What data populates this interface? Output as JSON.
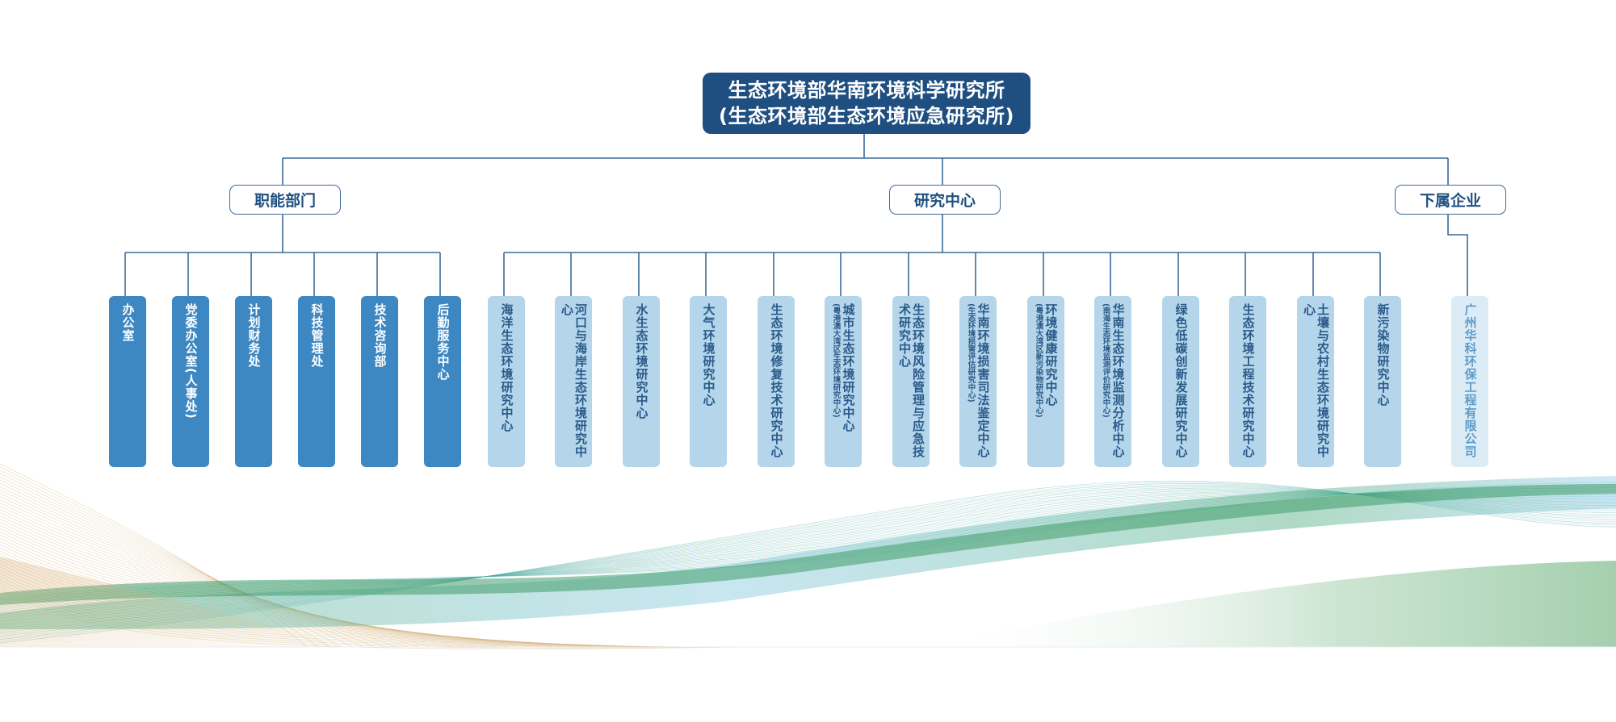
{
  "root": {
    "line1": "生态环境部华南环境科学研究所",
    "line2": "(生态环境部生态环境应急研究所)"
  },
  "categories": [
    {
      "label": "职能部门"
    },
    {
      "label": "研究中心"
    },
    {
      "label": "下属企业"
    }
  ],
  "functional_departments": [
    {
      "label": "办公室"
    },
    {
      "label": "党委办公室(人事处)"
    },
    {
      "label": "计划财务处"
    },
    {
      "label": "科技管理处"
    },
    {
      "label": "技术咨询部"
    },
    {
      "label": "后勤服务中心"
    }
  ],
  "research_centers": [
    {
      "label": "海洋生态环境研究中心",
      "sub": ""
    },
    {
      "label": "河口与海岸生态环境研究中心",
      "sub": ""
    },
    {
      "label": "水生态环境研究中心",
      "sub": ""
    },
    {
      "label": "大气环境研究中心",
      "sub": ""
    },
    {
      "label": "生态环境修复技术研究中心",
      "sub": ""
    },
    {
      "label": "城市生态环境研究中心",
      "sub": "(粤港澳大湾区生态环境研究中心)"
    },
    {
      "label": "生态环境风险管理与应急技术研究中心",
      "sub": ""
    },
    {
      "label": "华南环境损害司法鉴定中心",
      "sub": "(生态环境损害评估研究中心)"
    },
    {
      "label": "环境健康研究中心",
      "sub": "(粤港澳大湾区新污染物研究中心)"
    },
    {
      "label": "华南生态环境监测分析中心",
      "sub": "(南海生态环境监测评价研究中心)"
    },
    {
      "label": "绿色低碳创新发展研究中心",
      "sub": ""
    },
    {
      "label": "生态环境工程技术研究中心",
      "sub": ""
    },
    {
      "label": "土壤与农村生态环境研究中心",
      "sub": ""
    },
    {
      "label": "新污染物研究中心",
      "sub": ""
    }
  ],
  "subsidiaries": [
    {
      "label": "广州华科环保工程有限公司"
    }
  ],
  "colors": {
    "root_fill": "#1f4f80",
    "line": "#3b6a9a",
    "dept_fill": "#3d87c2",
    "center_fill": "#b5d6ea",
    "subsidiary_fill": "#dcecf6"
  }
}
